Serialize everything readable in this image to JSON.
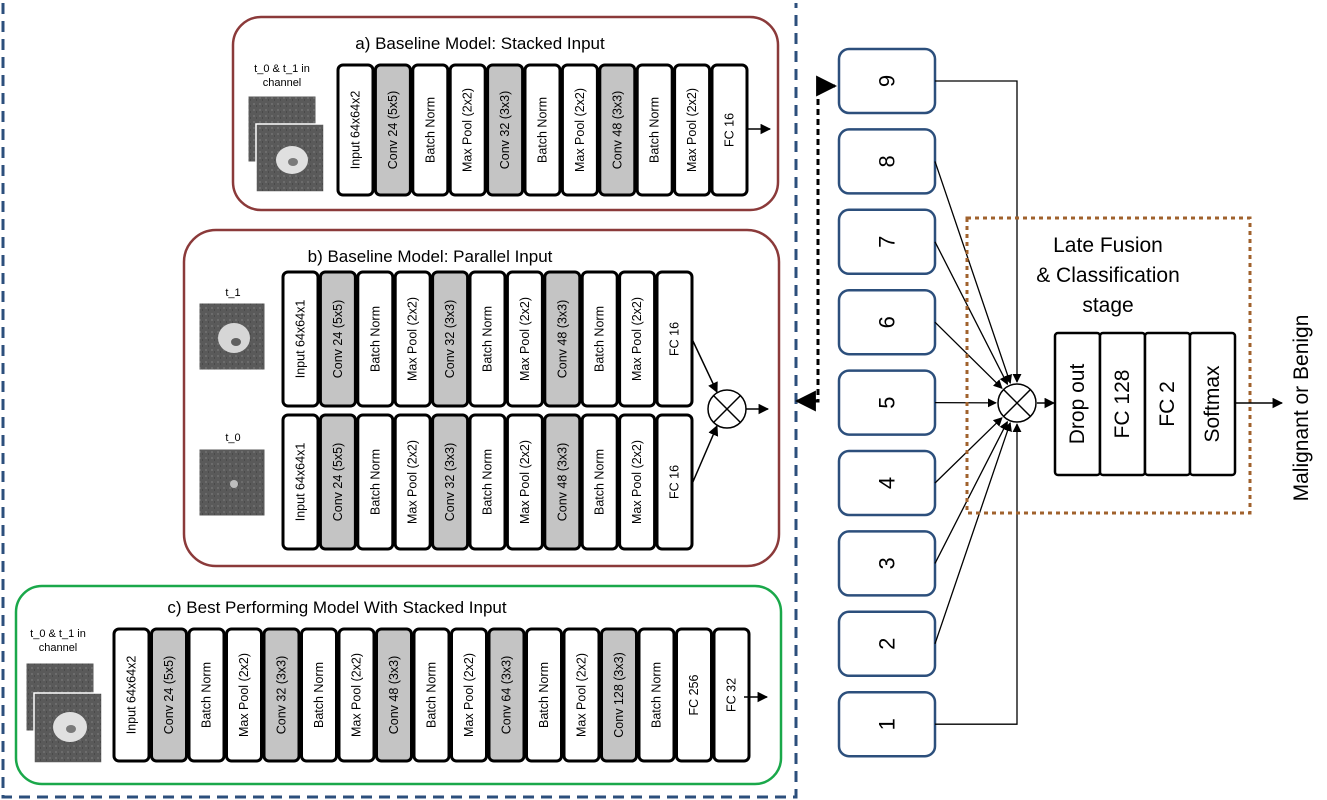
{
  "panels": {
    "a": {
      "title": "a) Baseline Model: Stacked Input",
      "input_caption": [
        "t_0 & t_1 in",
        "channel"
      ],
      "layers": [
        "Input 64x64x2",
        "Conv 24 (5x5)",
        "Batch Norm",
        "Max Pool (2x2)",
        "Conv 32 (3x3)",
        "Batch Norm",
        "Max Pool (2x2)",
        "Conv 48 (3x3)",
        "Batch Norm",
        "Max Pool (2x2)",
        "FC 16"
      ],
      "shaded": [
        false,
        true,
        false,
        false,
        true,
        false,
        false,
        true,
        false,
        false,
        false
      ]
    },
    "b": {
      "title": "b) Baseline Model: Parallel Input",
      "top_caption": "t_1",
      "bottom_caption": "t_0",
      "layers": [
        "Input 64x64x1",
        "Conv 24 (5x5)",
        "Batch Norm",
        "Max Pool (2x2)",
        "Conv 32 (3x3)",
        "Batch Norm",
        "Max Pool (2x2)",
        "Conv 48 (3x3)",
        "Batch Norm",
        "Max Pool (2x2)",
        "FC 16"
      ],
      "shaded": [
        false,
        true,
        false,
        false,
        true,
        false,
        false,
        true,
        false,
        false,
        false
      ]
    },
    "c": {
      "title": "c) Best Performing Model With Stacked Input",
      "input_caption": [
        "t_0 & t_1 in",
        "channel"
      ],
      "layers": [
        "Input 64x64x2",
        "Conv 24 (5x5)",
        "Batch Norm",
        "Max Pool (2x2)",
        "Conv 32 (3x3)",
        "Batch Norm",
        "Max Pool (2x2)",
        "Conv 48 (3x3)",
        "Batch Norm",
        "Max Pool (2x2)",
        "Conv 64 (3x3)",
        "Batch Norm",
        "Max Pool (2x2)",
        "Conv 128 (3x3)",
        "Batch Norm",
        "FC 256",
        "FC 32"
      ],
      "shaded": [
        false,
        true,
        false,
        false,
        true,
        false,
        false,
        true,
        false,
        false,
        true,
        false,
        false,
        true,
        false,
        false,
        false
      ]
    }
  },
  "models": [
    "9",
    "8",
    "7",
    "6",
    "5",
    "4",
    "3",
    "2",
    "1"
  ],
  "fusion": {
    "title_lines": [
      "Late Fusion",
      "& Classification",
      "stage"
    ],
    "layers": [
      "Drop out",
      "FC 128",
      "FC 2",
      "Softmax"
    ]
  },
  "output_label": "Malignant or Benign",
  "colors": {
    "panel_a_border": "#8b3a3a",
    "panel_b_border": "#8b3a3a",
    "panel_c_border": "#1aa84a",
    "model_box_border": "#2c4f7c",
    "dashed_frame": "#2c4f7c",
    "fusion_frame": "#a0622d",
    "layer_shaded": "#c4c4c4"
  }
}
